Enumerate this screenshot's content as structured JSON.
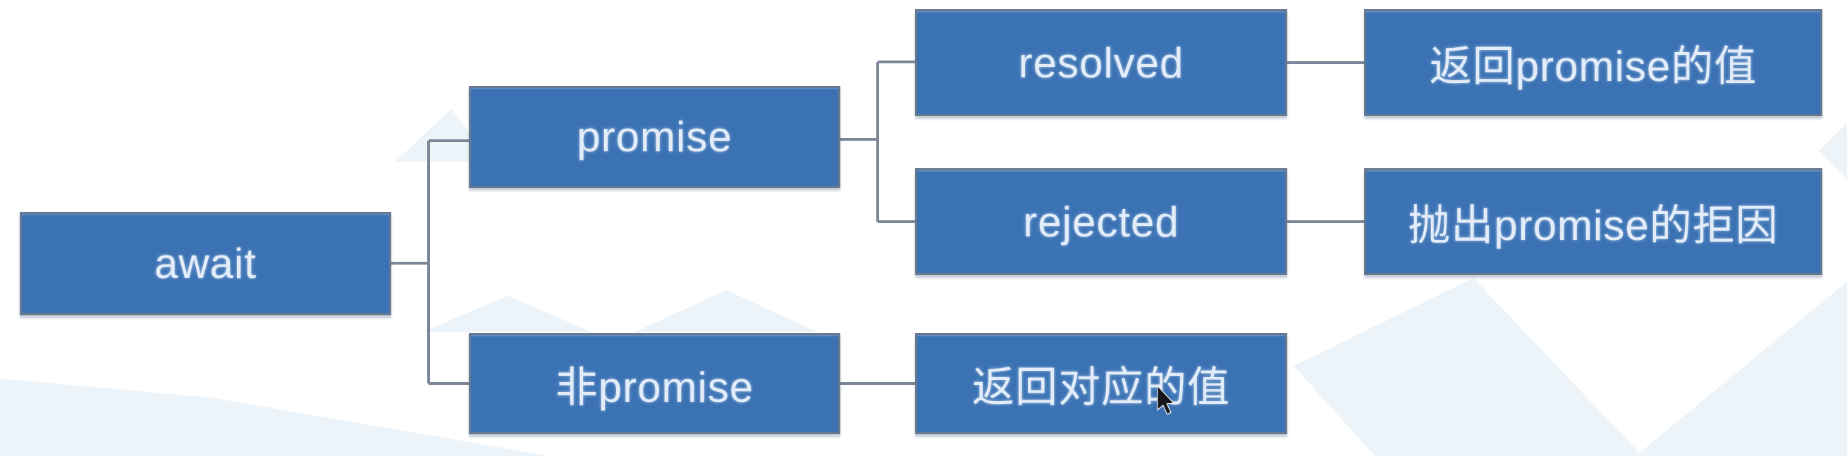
{
  "nodes": {
    "await": {
      "label": "await"
    },
    "promise": {
      "label": "promise"
    },
    "non_promise": {
      "label": "非promise"
    },
    "resolved": {
      "label": "resolved"
    },
    "rejected": {
      "label": "rejected"
    },
    "return_promise_value": {
      "label": "返回promise的值"
    },
    "throw_promise_reason": {
      "label": "抛出promise的拒因"
    },
    "return_corresponding_value": {
      "label": "返回对应的值"
    }
  },
  "edges": [
    {
      "from": "await",
      "to": "promise"
    },
    {
      "from": "await",
      "to": "non_promise"
    },
    {
      "from": "promise",
      "to": "resolved"
    },
    {
      "from": "promise",
      "to": "rejected"
    },
    {
      "from": "resolved",
      "to": "return_promise_value"
    },
    {
      "from": "rejected",
      "to": "throw_promise_reason"
    },
    {
      "from": "non_promise",
      "to": "return_corresponding_value"
    }
  ],
  "colors": {
    "node_fill": "#3a72b4",
    "node_border": "#68798f",
    "connector": "#7b8798",
    "node_text": "#e3edfa",
    "background": "#ffffff",
    "watermark": "#edf4f9"
  }
}
